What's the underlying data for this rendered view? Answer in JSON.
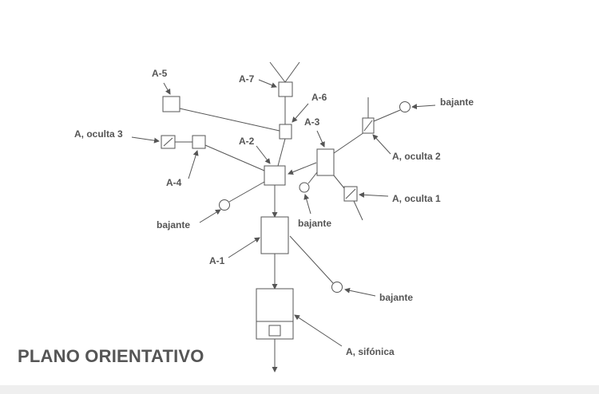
{
  "title": "PLANO ORIENTATIVO",
  "labels": {
    "a5": "A-5",
    "a7": "A-7",
    "a6": "A-6",
    "a3": "A-3",
    "a2": "A-2",
    "a4": "A-4",
    "a1": "A-1",
    "oculta3": "A, oculta 3",
    "oculta2": "A, oculta 2",
    "oculta1": "A, oculta 1",
    "sifonica": "A, sifónica",
    "bajante_top": "bajante",
    "bajante_left": "bajante",
    "bajante_mid": "bajante",
    "bajante_bottom": "bajante"
  },
  "colors": {
    "stroke": "#555555",
    "text": "#555555",
    "footer": "#efefef"
  }
}
